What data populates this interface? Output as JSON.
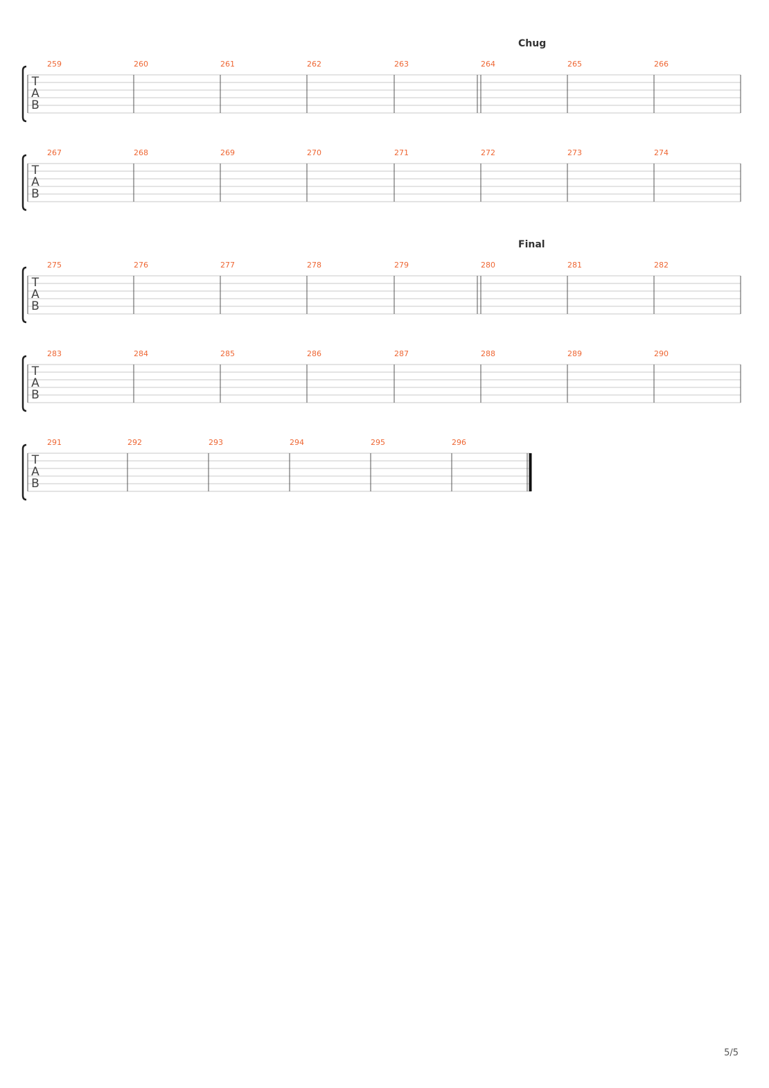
{
  "document": {
    "page_indicator": "5/5",
    "clef_letters": [
      "T",
      "A",
      "B"
    ],
    "colors": {
      "bar_number": "#ee6633",
      "staff_line": "#c8c8c8",
      "barline": "#555555",
      "bracket": "#222222",
      "text": "#333333"
    },
    "systems": [
      {
        "section": "Chug",
        "section_at_measure": 5,
        "measures": [
          "259",
          "260",
          "261",
          "262",
          "263",
          "264",
          "265",
          "266"
        ],
        "double_bar_before_measure": 5,
        "final_barline": false
      },
      {
        "section": "",
        "section_at_measure": -1,
        "measures": [
          "267",
          "268",
          "269",
          "270",
          "271",
          "272",
          "273",
          "274"
        ],
        "double_bar_before_measure": -1,
        "final_barline": false
      },
      {
        "section": "Final",
        "section_at_measure": 5,
        "measures": [
          "275",
          "276",
          "277",
          "278",
          "279",
          "280",
          "281",
          "282"
        ],
        "double_bar_before_measure": 5,
        "final_barline": false
      },
      {
        "section": "",
        "section_at_measure": -1,
        "measures": [
          "283",
          "284",
          "285",
          "286",
          "287",
          "288",
          "289",
          "290"
        ],
        "double_bar_before_measure": -1,
        "final_barline": false
      },
      {
        "section": "",
        "section_at_measure": -1,
        "measures": [
          "291",
          "292",
          "293",
          "294",
          "295",
          "296"
        ],
        "double_bar_before_measure": -1,
        "final_barline": true
      }
    ]
  }
}
